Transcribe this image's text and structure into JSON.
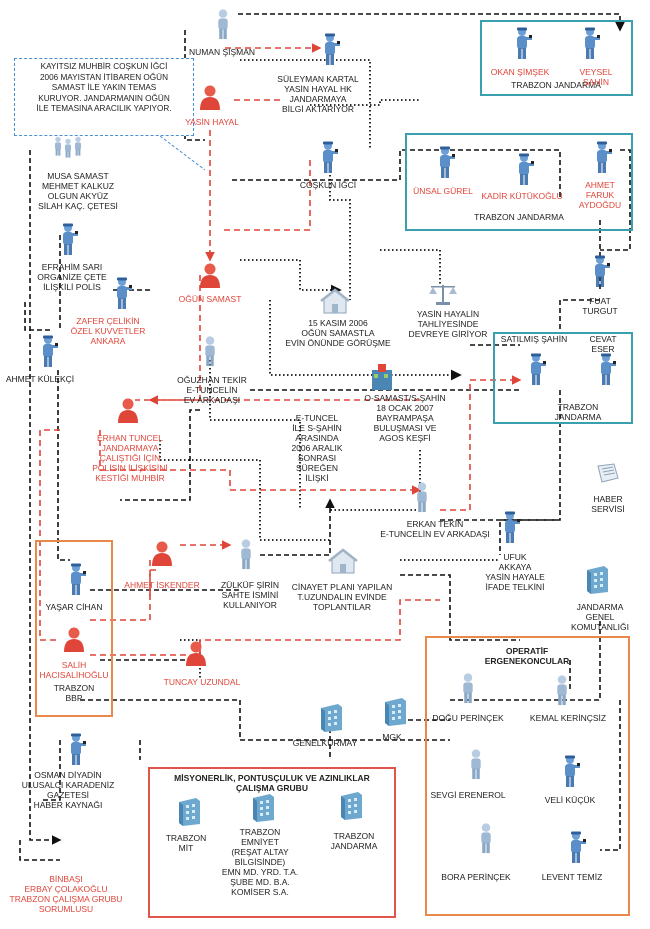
{
  "colors": {
    "police": "#5a8fc9",
    "person": "#a9c0d8",
    "suspect": "#e0453a",
    "teal": "#3aa0b0",
    "orange": "#e8894a",
    "black": "#111111",
    "red": "#e0453a"
  },
  "note": "KAYITSIZ MUHBİR COŞKUN İĞCİ\n2006 MAYISTAN İTİBAREN OĞÜN\nSAMAST İLE YAKIN TEMAS\nKURUYOR. JANDARMANIN OĞÜN\nİLE TEMASINA ARACILIK YAPIYOR.",
  "groups": {
    "jandarma_top": "TRABZON JANDARMA",
    "jandarma_mid": "TRABZON JANDARMA",
    "jandarma_right": "TRABZON\nJANDARMA",
    "ergenekon": "OPERATİF ERGENEKONCULAR",
    "misyon": "MİSYONERLİK, PONTUSÇULUK VE AZINLIKLAR\nÇALIŞMA GRUBU",
    "bbp": "TRABZON\nBBP"
  },
  "labels": {
    "numan": "NUMAN ŞİŞMAN",
    "yasin": "YASİN HAYAL",
    "suleyman": "SÜLEYMAN KARTAL\nYASİN HAYAL HK\nJANDARMAYA\nBİLGİ AKTARIYOR",
    "okan": "OKAN ŞİMŞEK",
    "veysel": "VEYSEL ŞAHİN",
    "musa": "MUSA SAMAST\nMEHMET KALKUZ\nOLGUN AKYÜZ\nSİLAH KAÇ. ÇETESİ",
    "coskun": "COŞKUN İĞCİ",
    "unsal": "ÜNSAL GÜREL",
    "kadir": "KADİR KÜTÜKOĞLU",
    "ahmetfaruk": "AHMET FARUK\nAYDOĞDU",
    "efrahim": "EFRAHİM SARI\nORGANİZE ÇETE\nİLİŞKİLİ POLİS",
    "ogun": "OĞÜN SAMAST",
    "fuat": "FUAT TURGUT",
    "zafer": "ZAFER ÇELİKİN\nÖZEL KUVVETLER\nANKARA",
    "evmeeting": "15 KASIM 2006\nOĞÜN SAMASTLA\nEVİN ÖNÜNDE GÖRÜŞME",
    "tahliye": "YASİN HAYALİN\nTAHLİYESİNDE\nDEVREYE GİRİYOR",
    "satilmis": "SATILMIŞ ŞAHİN",
    "cevat": "CEVAT ESER",
    "kulekci": "AHMET KÜLEKÇİ",
    "oguzhan": "OĞUZHAN TEKİR\nE-TUNCELİN\nEV ARKADAŞI",
    "agos": "O-SAMAST/S-ŞAHİN\n18 OCAK 2007\nBAYRAMPAŞA\nBULUŞMASI VE\nAGOS KEŞFİ",
    "erhan": "ERHAN TUNCEL\nJANDARMAYA\nÇALIŞTIĞI İÇİN\nPOLİSİN İLİŞKİSİNİ\nKESTİĞİ MUHBİR",
    "etuncel": "E-TUNCEL\nİLE S-ŞAHİN\nARASINDA\n2006 ARALIK\nSONRASI\nSÜREĞEN\nİLİŞKİ",
    "haber": "HABER\nSERVİSİ",
    "erkan": "ERKAN TEKİN\nE-TUNCELİN EV ARKADAŞI",
    "ahmetisk": "AHMET İSKENDER",
    "zulkuf": "ZÜLKÜF ŞİRİN\nSAHTE İSMİNİ\nKULLANIYOR",
    "cinayet": "CİNAYET PLANI YAPILAN\nT.UZUNDALIN EVİNDE\nTOPLANTILAR",
    "ufuk": "UFUK\nAKKAYA\nYASİN HAYALE\nİFADE TELKİNİ",
    "yasar": "YAŞAR CİHAN",
    "jgk": "JANDARMA GENEL\nKOMUTANLIĞI",
    "salih": "SALİH\nHACISALİHOĞLU",
    "tuncay": "TUNCAY UZUNDAL",
    "dogu": "DOĞU PERİNÇEK",
    "kemal": "KEMAL KERİNÇSİZ",
    "genelkurmay": "GENELKURMAY",
    "mgk": "MGK",
    "osman": "OSMAN DİYADİN\nULUSALCI KARADENİZ\nGAZETESİ\nHABER KAYNAĞI",
    "sevgi": "SEVGİ ERENEROL",
    "veli": "VELİ KÜÇÜK",
    "mit": "TRABZON\nMİT",
    "emniyet": "TRABZON\nEMNİYET\n(REŞAT ALTAY\nBİLGİSİNDE)\nEMN MD. YRD. T.A.\nŞUBE MD. B.A.\nKOMİSER S.A.",
    "misyonjand": "TRABZON\nJANDARMA",
    "bora": "BORA PERİNÇEK",
    "levent": "LEVENT TEMİZ",
    "binbasi": "BİNBAŞI\nERBAY ÇOLAKOĞLU\nTRABZON ÇALIŞMA GRUBU\nSORUMLUSU"
  },
  "icons": {
    "police": "police-officer-icon",
    "person": "person-icon",
    "suspect": "suspect-icon",
    "building": "building-icon",
    "house": "house-icon",
    "scales": "scales-icon",
    "news": "newspaper-icon",
    "group": "group-icon"
  }
}
